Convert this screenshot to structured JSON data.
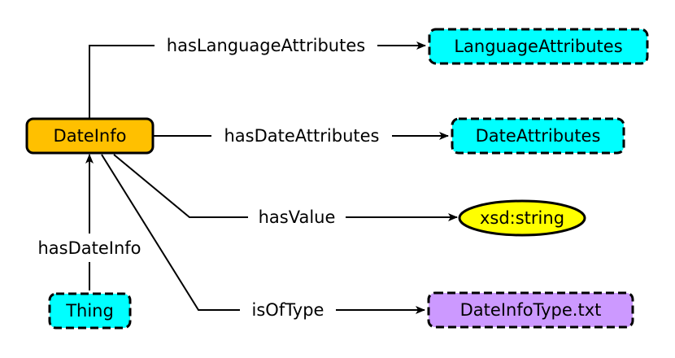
{
  "colors": {
    "class_main": "#ffc000",
    "class_external": "#00ffff",
    "datatype": "#ffff00",
    "vocabulary": "#cc99ff",
    "stroke": "#000000",
    "background": "#ffffff"
  },
  "nodes": {
    "date_info": {
      "label": "DateInfo"
    },
    "language_attributes": {
      "label": "LanguageAttributes"
    },
    "date_attributes": {
      "label": "DateAttributes"
    },
    "xsd_string": {
      "label": "xsd:string"
    },
    "date_info_type": {
      "label": "DateInfoType.txt"
    },
    "thing": {
      "label": "Thing"
    }
  },
  "edges": {
    "has_language_attributes": {
      "label": "hasLanguageAttributes"
    },
    "has_date_attributes": {
      "label": "hasDateAttributes"
    },
    "has_value": {
      "label": "hasValue"
    },
    "is_of_type": {
      "label": "isOfType"
    },
    "has_date_info": {
      "label": "hasDateInfo"
    }
  }
}
